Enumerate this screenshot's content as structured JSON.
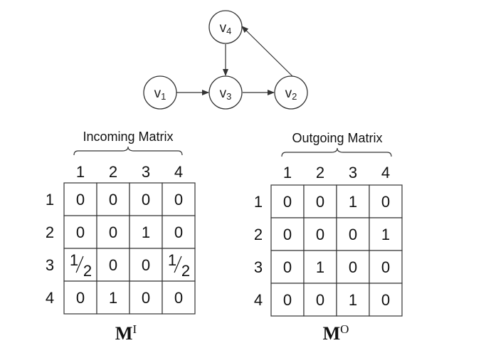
{
  "graph": {
    "nodes": [
      {
        "id": "v4",
        "base": "v",
        "sub": "4"
      },
      {
        "id": "v1",
        "base": "v",
        "sub": "1"
      },
      {
        "id": "v3",
        "base": "v",
        "sub": "3"
      },
      {
        "id": "v2",
        "base": "v",
        "sub": "2"
      }
    ],
    "edges": [
      {
        "from": "v1",
        "to": "v3"
      },
      {
        "from": "v3",
        "to": "v2"
      },
      {
        "from": "v2",
        "to": "v4"
      },
      {
        "from": "v4",
        "to": "v3"
      }
    ]
  },
  "incoming": {
    "title": "Incoming Matrix",
    "name": "M",
    "sup": "I",
    "col_headers": [
      "1",
      "2",
      "3",
      "4"
    ],
    "row_headers": [
      "1",
      "2",
      "3",
      "4"
    ],
    "cells": [
      [
        "0",
        "0",
        "0",
        "0"
      ],
      [
        "0",
        "0",
        "1",
        "0"
      ],
      [
        "1/2",
        "0",
        "0",
        "1/2"
      ],
      [
        "0",
        "1",
        "0",
        "0"
      ]
    ]
  },
  "outgoing": {
    "title": "Outgoing Matrix",
    "name": "M",
    "sup": "O",
    "col_headers": [
      "1",
      "2",
      "3",
      "4"
    ],
    "row_headers": [
      "1",
      "2",
      "3",
      "4"
    ],
    "cells": [
      [
        "0",
        "0",
        "1",
        "0"
      ],
      [
        "0",
        "0",
        "0",
        "1"
      ],
      [
        "0",
        "1",
        "0",
        "0"
      ],
      [
        "0",
        "0",
        "1",
        "0"
      ]
    ]
  }
}
